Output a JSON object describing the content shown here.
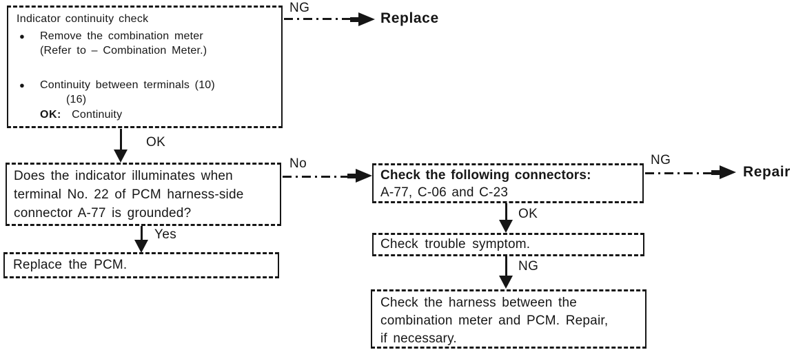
{
  "colors": {
    "ink": "#161616",
    "background": "#ffffff"
  },
  "boxes": {
    "indicator_check": {
      "title": "Indicator continuity check",
      "bullet": "●",
      "item1_line1": "Remove the combination meter",
      "item1_line2": "(Refer to – Combination Meter.)",
      "item2_line1": "Continuity between terminals (10)",
      "item2_line2": "(16)",
      "ok_key": "OK:",
      "ok_value": "Continuity"
    },
    "indicator_illuminate": {
      "lines": [
        "Does the indicator illuminates when",
        "terminal No. 22 of PCM harness-side",
        "connector A-77 is grounded?"
      ]
    },
    "check_connectors": {
      "title": "Check the following connectors:",
      "detail": "A-77, C-06 and C-23"
    },
    "check_trouble": {
      "text": "Check trouble symptom."
    },
    "check_harness": {
      "lines": [
        "Check the harness between the",
        "combination meter and PCM. Repair,",
        "if necessary."
      ]
    },
    "replace_pcm": {
      "text": "Replace the PCM."
    }
  },
  "labels": {
    "ng_top": "NG",
    "replace": "Replace",
    "ok_first": "OK",
    "no": "No",
    "yes": "Yes",
    "ng_connectors": "NG",
    "repair": "Repair",
    "ok_connectors": "OK",
    "ng_symptom": "NG"
  }
}
